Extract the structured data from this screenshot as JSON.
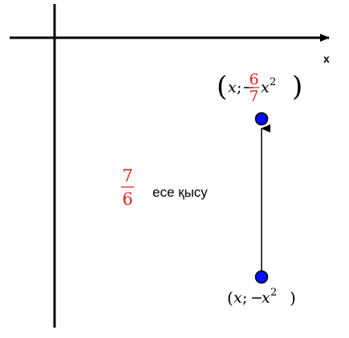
{
  "axis": {
    "x_label": "x"
  },
  "colors": {
    "ink": "#000000",
    "accent": "#e8241c",
    "point": "#0010ff"
  },
  "top_point": {
    "open": "(",
    "var": "x",
    "sep": ";",
    "minus": "−",
    "frac_num": "6",
    "frac_den": "7",
    "base": "x",
    "exp": "2",
    "close": ")"
  },
  "bottom_point": {
    "open": "(",
    "var": "x",
    "sep": ";",
    "minus": "−",
    "base": "x",
    "exp": "2",
    "close": ")"
  },
  "factor": {
    "num": "7",
    "den": "6"
  },
  "caption": "есе қысу"
}
